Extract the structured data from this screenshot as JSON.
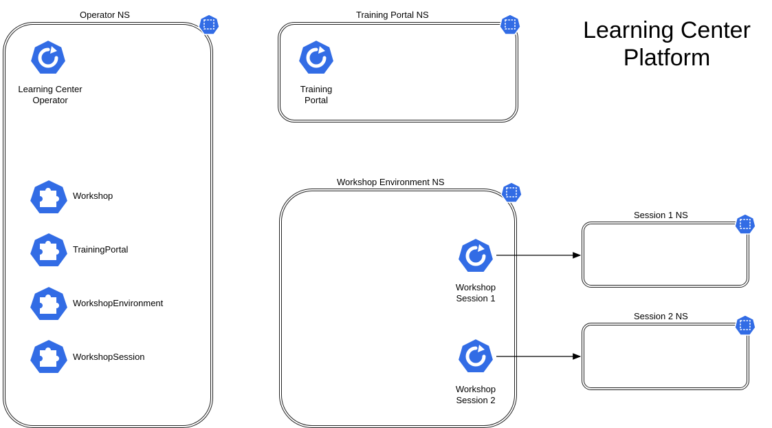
{
  "title_line1": "Learning Center",
  "title_line2": "Platform",
  "namespaces": {
    "operator": "Operator NS",
    "training_portal": "Training Portal NS",
    "workshop_env": "Workshop Environment NS",
    "session1": "Session 1 NS",
    "session2": "Session 2 NS"
  },
  "nodes": {
    "operator": "Learning Center\nOperator",
    "training_portal": "Training\nPortal",
    "session1": "Workshop\nSession 1",
    "session2": "Workshop\nSession 2"
  },
  "crds": {
    "workshop": "Workshop",
    "training_portal": "TrainingPortal",
    "workshop_environment": "WorkshopEnvironment",
    "workshop_session": "WorkshopSession"
  },
  "colors": {
    "k8s_blue": "#326CE5",
    "border": "#222222"
  },
  "icons": {
    "namespace": "namespace-icon",
    "controller": "controller-icon",
    "crd": "crd-puzzle-icon"
  }
}
